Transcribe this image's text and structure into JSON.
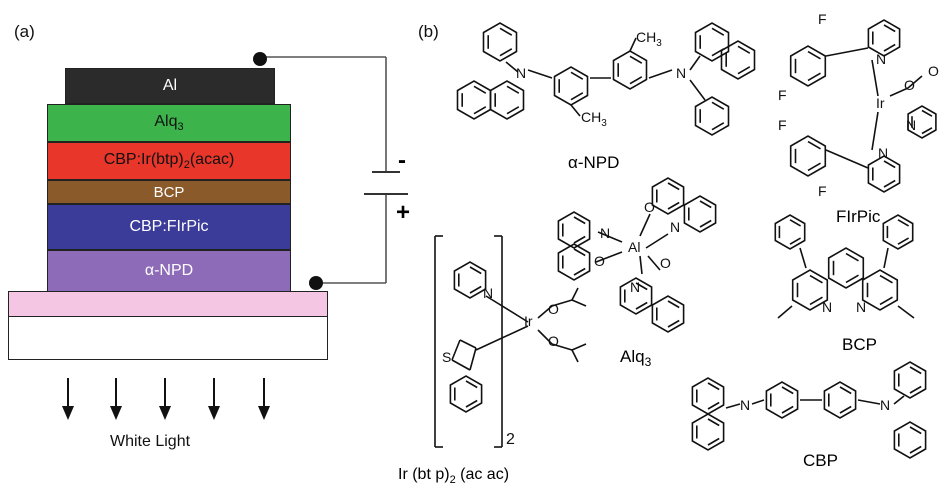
{
  "panel_a": {
    "label": "(a)",
    "layers": [
      {
        "id": "al",
        "label": "Al",
        "sub": "",
        "suffix": "",
        "color": "#2b2b2b",
        "text_color": "#ffffff"
      },
      {
        "id": "alq3",
        "label": "Alq",
        "sub": "3",
        "suffix": "",
        "color": "#3cb44b",
        "text_color": "#111111"
      },
      {
        "id": "cbp_ir",
        "label": "CBP:Ir(btp)",
        "sub": "2",
        "suffix": "(acac)",
        "color": "#e8362a",
        "text_color": "#111111"
      },
      {
        "id": "bcp",
        "label": "BCP",
        "sub": "",
        "suffix": "",
        "color": "#8b5a2b",
        "text_color": "#ffffff"
      },
      {
        "id": "cbp_fi",
        "label": "CBP:FIrPic",
        "sub": "",
        "suffix": "",
        "color": "#3b3b99",
        "text_color": "#ffffff"
      },
      {
        "id": "npd",
        "label": "α-NPD",
        "sub": "",
        "suffix": "",
        "color": "#8e6bb8",
        "text_color": "#ffffff"
      }
    ],
    "substrate_color": "#f4c6e4",
    "battery": {
      "minus": "-",
      "plus": "+"
    },
    "output_label": "White Light"
  },
  "panel_b": {
    "label": "(b)",
    "molecules": {
      "npd": "α-NPD",
      "firpic": "FIrPic",
      "alq3_main": "Alq",
      "alq3_sub": "3",
      "bcp": "BCP",
      "cbp": "CBP",
      "irbtp_main": "Ir (bt p)",
      "irbtp_sub": "2",
      "irbtp_tail": " (ac ac)"
    },
    "atoms": {
      "n": "N",
      "o": "O",
      "s": "S",
      "f": "F",
      "ir": "Ir",
      "al": "Al",
      "ch3": "CH",
      "ch3_sub": "3",
      "bracket_sub": "2"
    }
  }
}
